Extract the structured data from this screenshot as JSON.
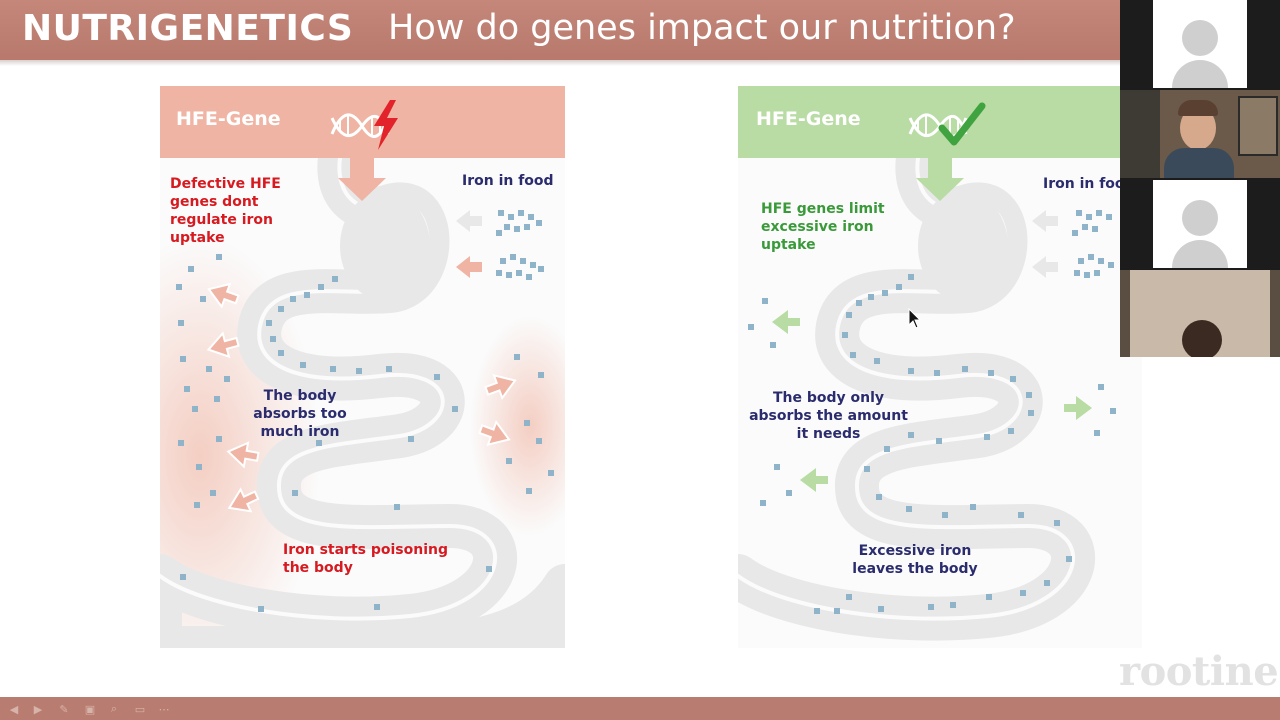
{
  "slide": {
    "title": "NUTRIGENETICS",
    "subtitle": "How do genes impact our nutrition?"
  },
  "left_panel": {
    "header": "HFE-Gene",
    "status_icon": "lightning-bolt-icon",
    "defective_text": "Defective HFE genes dont regulate iron uptake",
    "iron_food": "Iron in food",
    "absorbs": "The body absorbs too much iron",
    "poisoning": "Iron starts poisoning the body"
  },
  "right_panel": {
    "header": "HFE-Gene",
    "status_icon": "checkmark-icon",
    "limit_text": "HFE genes limit excessive iron uptake",
    "iron_food": "Iron in food",
    "absorbs": "The body only absorbs the amount it needs",
    "leaves": "Excessive iron leaves the body"
  },
  "logo": "rootine",
  "colors": {
    "title_bar": "#b8796c",
    "left_header": "#efb4a3",
    "right_header": "#b9dba4",
    "red_text": "#d71920",
    "navy_text": "#2a2c6e",
    "green_text": "#3a9a3a",
    "iron_dot": "#8fb3c9"
  },
  "toolbar_icons": [
    "previous-icon",
    "next-icon",
    "pen-icon",
    "slides-icon",
    "zoom-icon",
    "subtitles-icon",
    "more-icon"
  ]
}
